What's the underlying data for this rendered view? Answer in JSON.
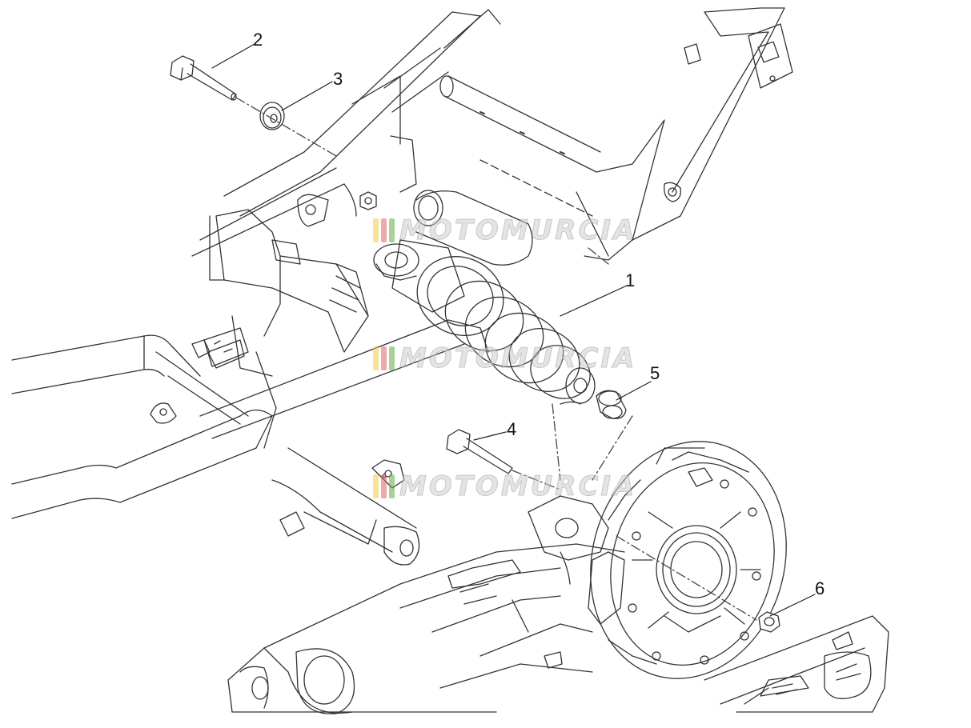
{
  "callouts": [
    {
      "id": "1",
      "label": "1"
    },
    {
      "id": "2",
      "label": "2"
    },
    {
      "id": "3",
      "label": "3"
    },
    {
      "id": "4",
      "label": "4"
    },
    {
      "id": "5",
      "label": "5"
    },
    {
      "id": "6",
      "label": "6"
    }
  ],
  "watermark": {
    "text": "MOTOMURCIA",
    "colors": [
      "#f2c94c",
      "#e06666",
      "#6aa84f"
    ]
  },
  "colors": {
    "line": "#333333",
    "fill": "#ffffff",
    "dash": "#444444"
  }
}
